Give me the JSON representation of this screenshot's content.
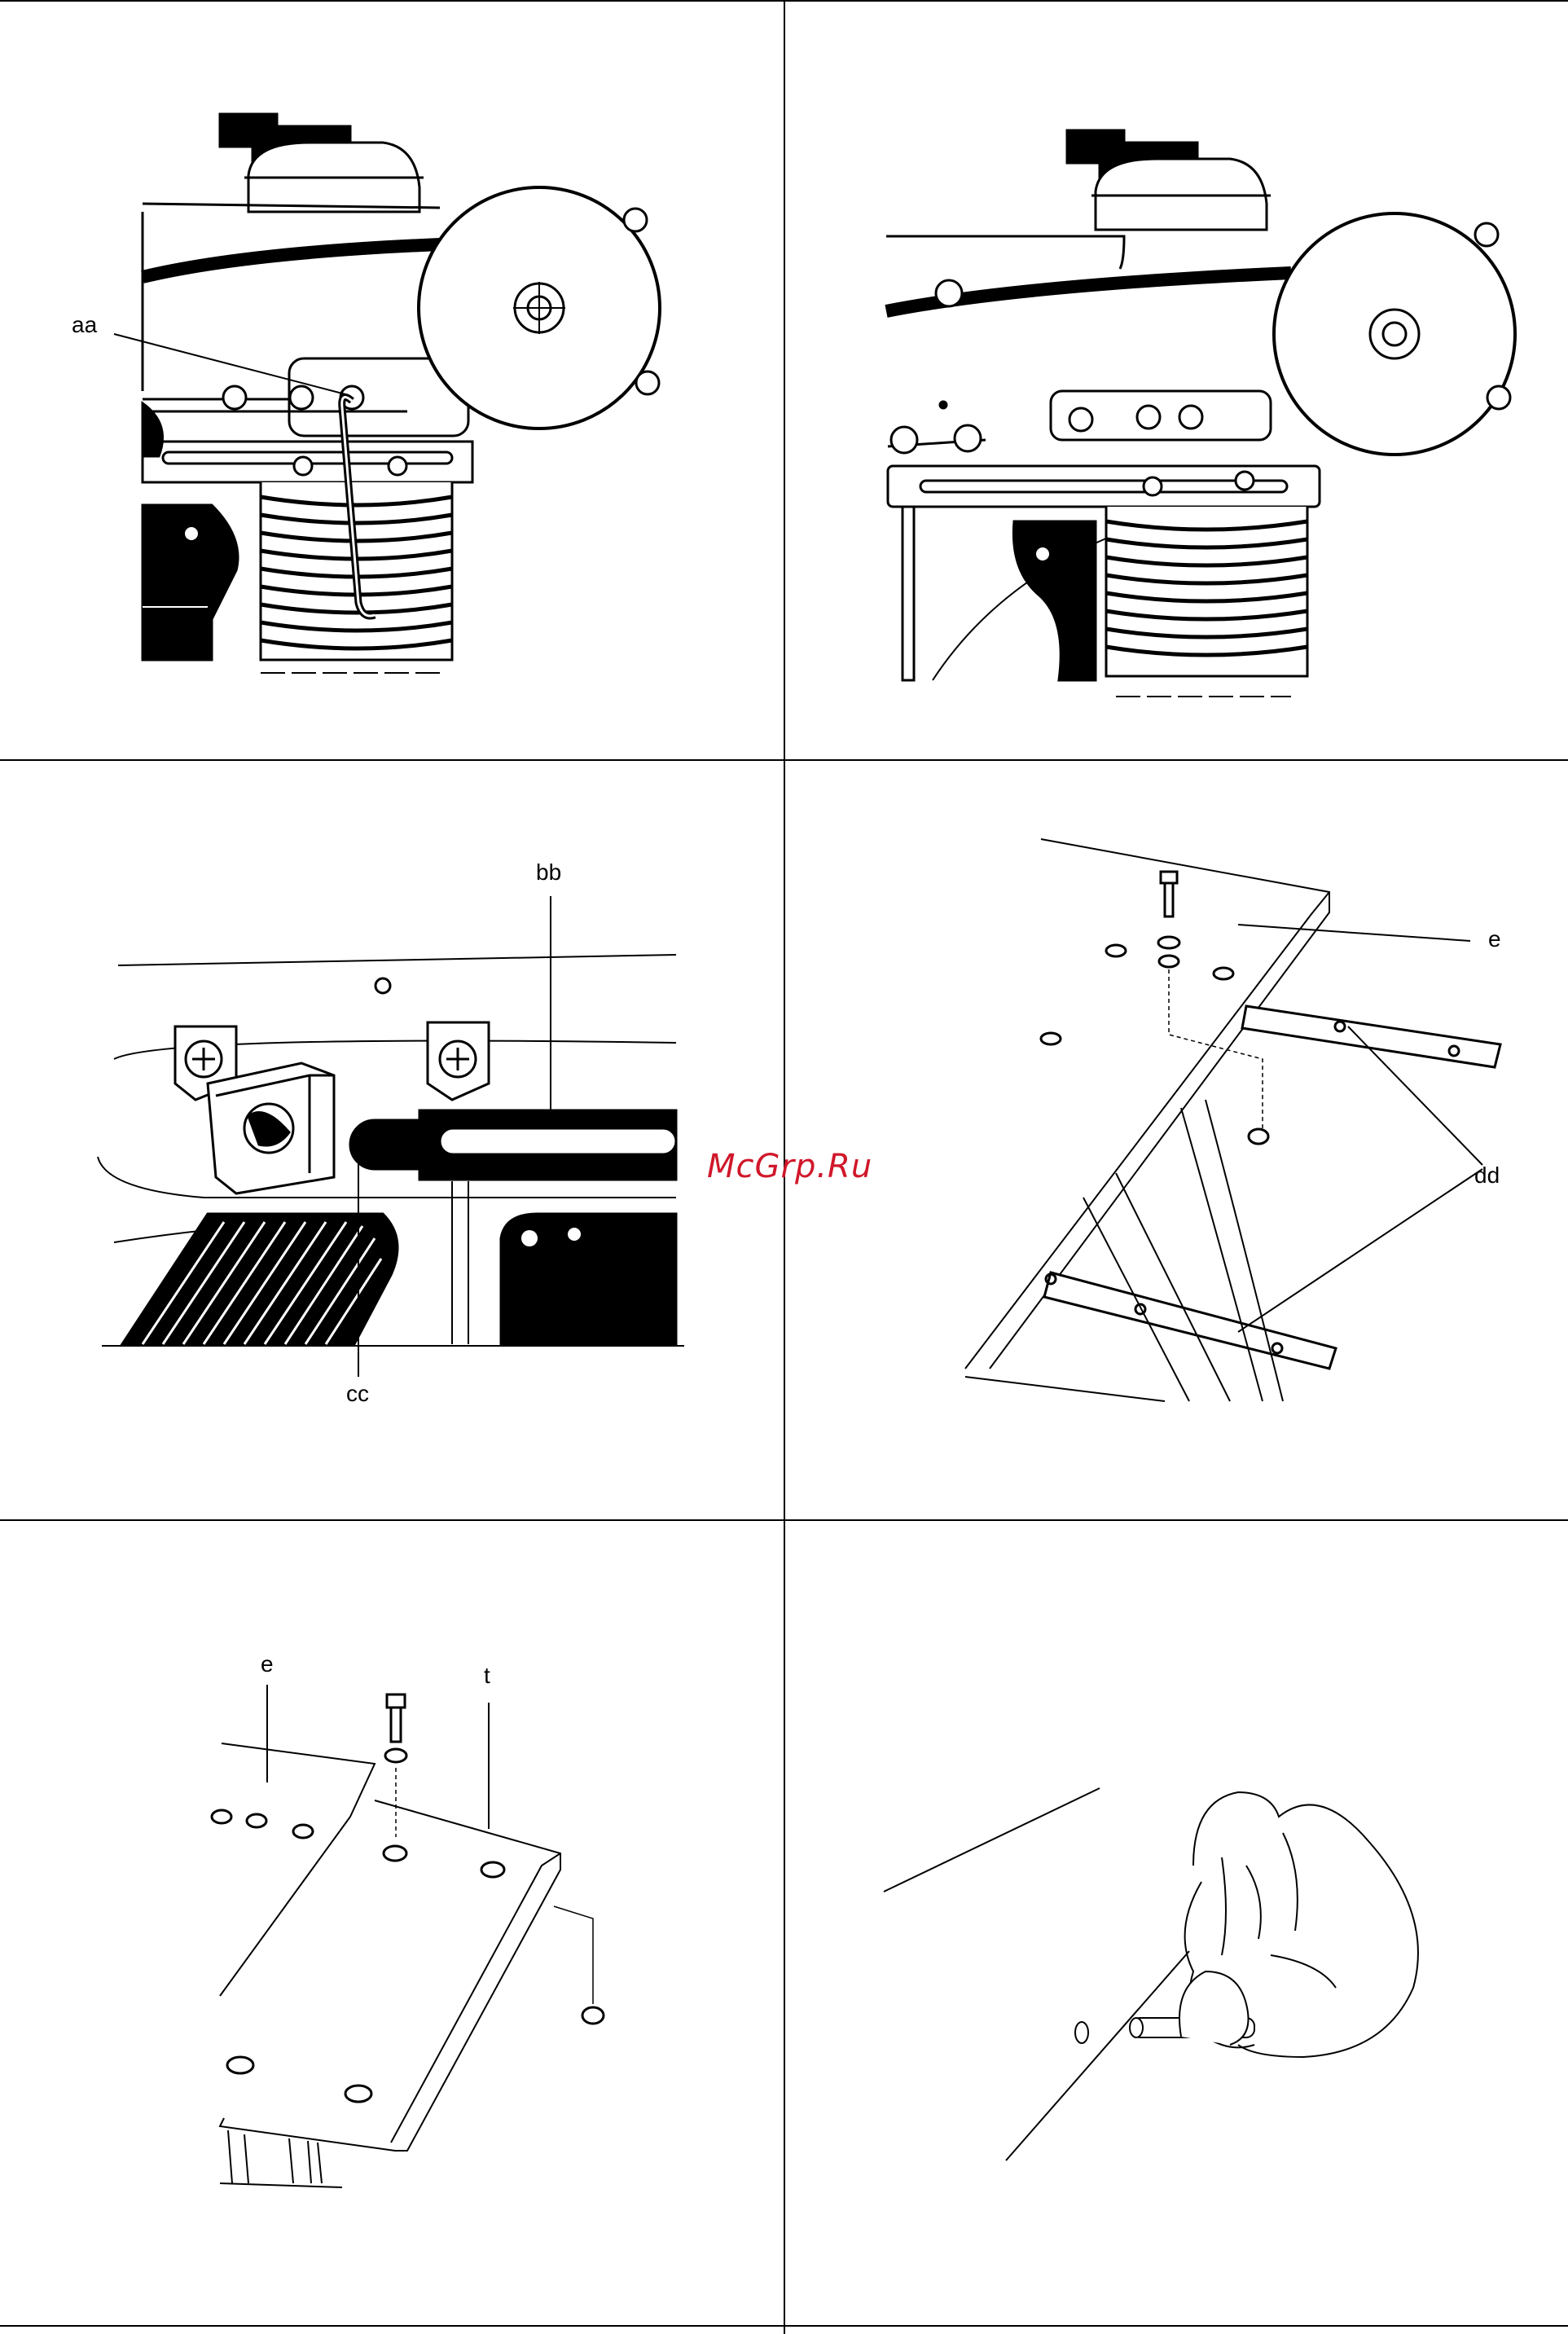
{
  "watermark": "McGrp.Ru",
  "panels": [
    {
      "id": "p1",
      "labels": [
        "aa"
      ]
    },
    {
      "id": "p2",
      "labels": []
    },
    {
      "id": "p3",
      "labels": [
        "bb",
        "cc"
      ]
    },
    {
      "id": "p4",
      "labels": [
        "e",
        "dd"
      ]
    },
    {
      "id": "p5",
      "labels": [
        "e",
        "t"
      ]
    },
    {
      "id": "p6",
      "labels": []
    }
  ],
  "colors": {
    "line": "#000000",
    "watermark": "#d0182a"
  }
}
